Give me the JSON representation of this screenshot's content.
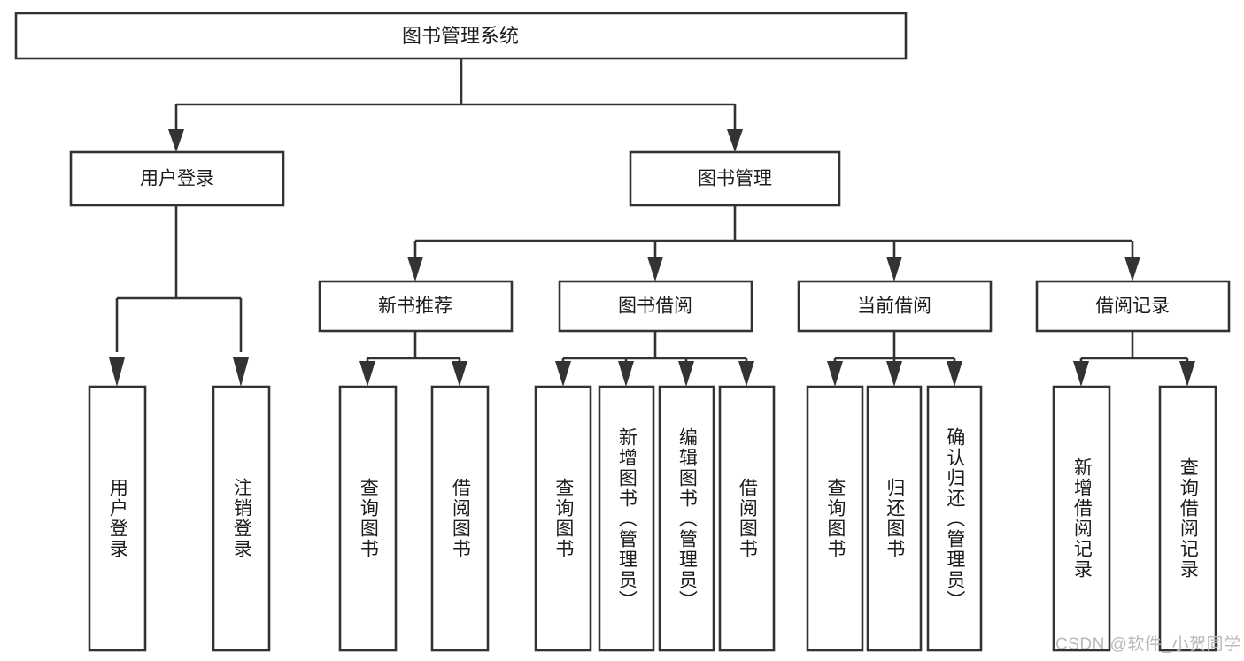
{
  "diagram": {
    "type": "tree-hierarchy",
    "title": "图书管理系统",
    "orientation": "top-down",
    "colors": {
      "box_stroke": "#333333",
      "box_fill": "#ffffff",
      "text": "#1c1c1c",
      "background": "#ffffff",
      "watermark": "#b9b9b9"
    },
    "root": {
      "id": "root",
      "label": "图书管理系统"
    },
    "level2": [
      {
        "id": "user-login",
        "label": "用户登录"
      },
      {
        "id": "book-manage",
        "label": "图书管理"
      }
    ],
    "level3": [
      {
        "id": "new-book-recommend",
        "label": "新书推荐",
        "parent": "book-manage"
      },
      {
        "id": "book-borrow",
        "label": "图书借阅",
        "parent": "book-manage"
      },
      {
        "id": "current-borrow",
        "label": "当前借阅",
        "parent": "book-manage"
      },
      {
        "id": "borrow-record",
        "label": "借阅记录",
        "parent": "book-manage"
      }
    ],
    "leaves": {
      "user-login": [
        {
          "id": "leaf-user-login",
          "label": "用户登录"
        },
        {
          "id": "leaf-user-logout",
          "label": "注销登录"
        }
      ],
      "new-book-recommend": [
        {
          "id": "leaf-query-book-1",
          "label": "查询图书"
        },
        {
          "id": "leaf-borrow-book-1",
          "label": "借阅图书"
        }
      ],
      "book-borrow": [
        {
          "id": "leaf-query-book-2",
          "label": "查询图书"
        },
        {
          "id": "leaf-add-book",
          "label": "新增图书（管理员）"
        },
        {
          "id": "leaf-edit-book",
          "label": "编辑图书（管理员）"
        },
        {
          "id": "leaf-borrow-book-2",
          "label": "借阅图书"
        }
      ],
      "current-borrow": [
        {
          "id": "leaf-query-book-3",
          "label": "查询图书"
        },
        {
          "id": "leaf-return-book",
          "label": "归还图书"
        },
        {
          "id": "leaf-confirm-return",
          "label": "确认归还（管理员）"
        }
      ],
      "borrow-record": [
        {
          "id": "leaf-add-record",
          "label": "新增借阅记录"
        },
        {
          "id": "leaf-query-record",
          "label": "查询借阅记录"
        }
      ]
    }
  },
  "watermark": {
    "text": "CSDN @软件_小贺同学"
  }
}
